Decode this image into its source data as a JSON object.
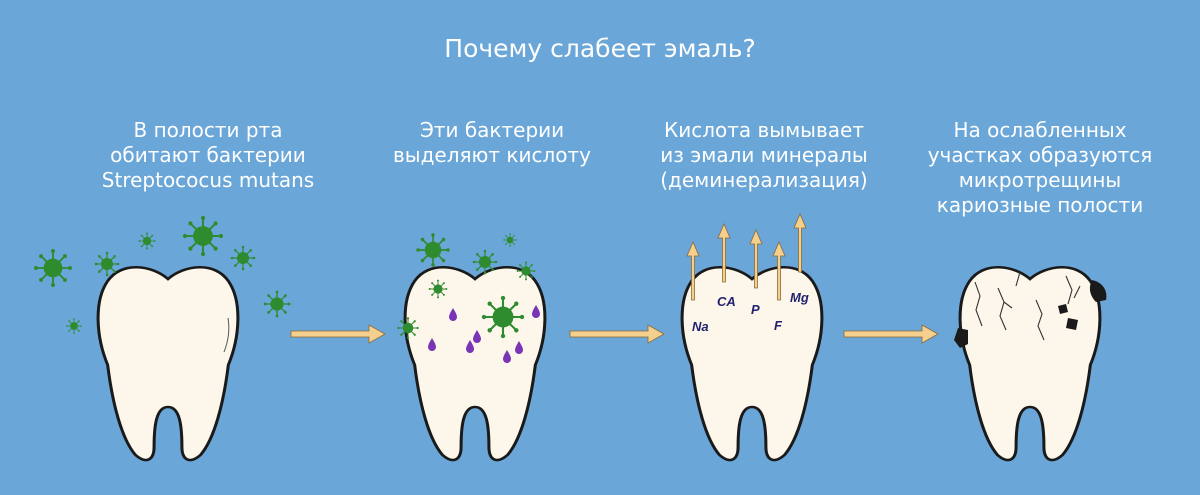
{
  "title": "Почему слабеет эмаль?",
  "steps": [
    {
      "lines": [
        "В полости рта",
        "обитают бактерии",
        "Streptococus mutans"
      ]
    },
    {
      "lines": [
        "Эти бактерии",
        "выделяют кислоту"
      ]
    },
    {
      "lines": [
        "Кислота вымывает",
        "из эмали минералы",
        "(деминерализация)"
      ]
    },
    {
      "lines": [
        "На ослабленных",
        "участках образуются",
        "микротрещины",
        "кариозные полости"
      ]
    }
  ],
  "minerals": {
    "na": "Na",
    "ca": "CA",
    "p": "P",
    "f": "F",
    "mg": "Mg"
  },
  "colors": {
    "background": "#6aa6d8",
    "tooth_fill": "#fcf7ea",
    "tooth_outline": "#1a1a1a",
    "bacteria": "#2e8b2e",
    "acid_drop": "#7a35b5",
    "arrow": "#f5cf8e",
    "mineral_text": "#22226e",
    "cavity": "#1a1a1a"
  }
}
